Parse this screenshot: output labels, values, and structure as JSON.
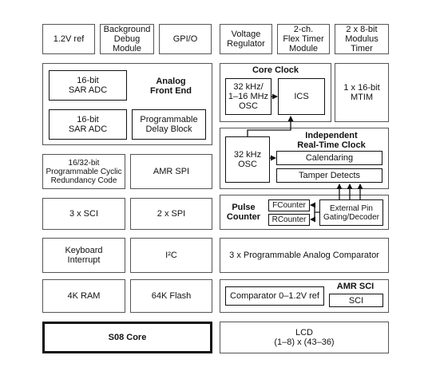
{
  "top_row": {
    "ref": "1.2V ref",
    "bdm": "Background\nDebug\nModule",
    "gpio": "GPI/O",
    "vreg": "Voltage\nRegulator",
    "flex_timer": "2-ch.\nFlex Timer\nModule",
    "modulus_timer": "2 x 8-bit\nModulus\nTimer"
  },
  "analog_front_end": {
    "title": "Analog\nFront End",
    "adc1": "16-bit\nSAR ADC",
    "adc2": "16-bit\nSAR ADC",
    "delay_block": "Programmable\nDelay Block"
  },
  "core_clock": {
    "title": "Core Clock",
    "osc": "32 kHz/\n1–16 MHz\nOSC",
    "ics": "ICS"
  },
  "mtim": "1 x 16-bit\nMTIM",
  "crc": "16/32-bit\nProgrammable Cyclic\nRedundancy Code",
  "amr_spi": "AMR SPI",
  "rtc": {
    "title": "Independent\nReal-Time Clock",
    "osc": "32 kHz\nOSC",
    "calendaring": "Calendaring",
    "tamper": "Tamper Detects"
  },
  "sci": "3 x SCI",
  "spi": "2 x SPI",
  "pulse_counter": {
    "title": "Pulse\nCounter",
    "fcounter": "FCounter",
    "rcounter": "RCounter",
    "gating": "External Pin\nGating/Decoder"
  },
  "keyboard": "Keyboard\nInterrupt",
  "i2c": "I²C",
  "comparator": "3 x Programmable Analog Comparator",
  "ram": "4K RAM",
  "flash": "64K Flash",
  "amr_sci": {
    "title": "AMR SCI",
    "comparator": "Comparator 0–1.2V ref",
    "sci": "SCI"
  },
  "core": "S08 Core",
  "lcd": "LCD\n(1–8) x (43–36)"
}
